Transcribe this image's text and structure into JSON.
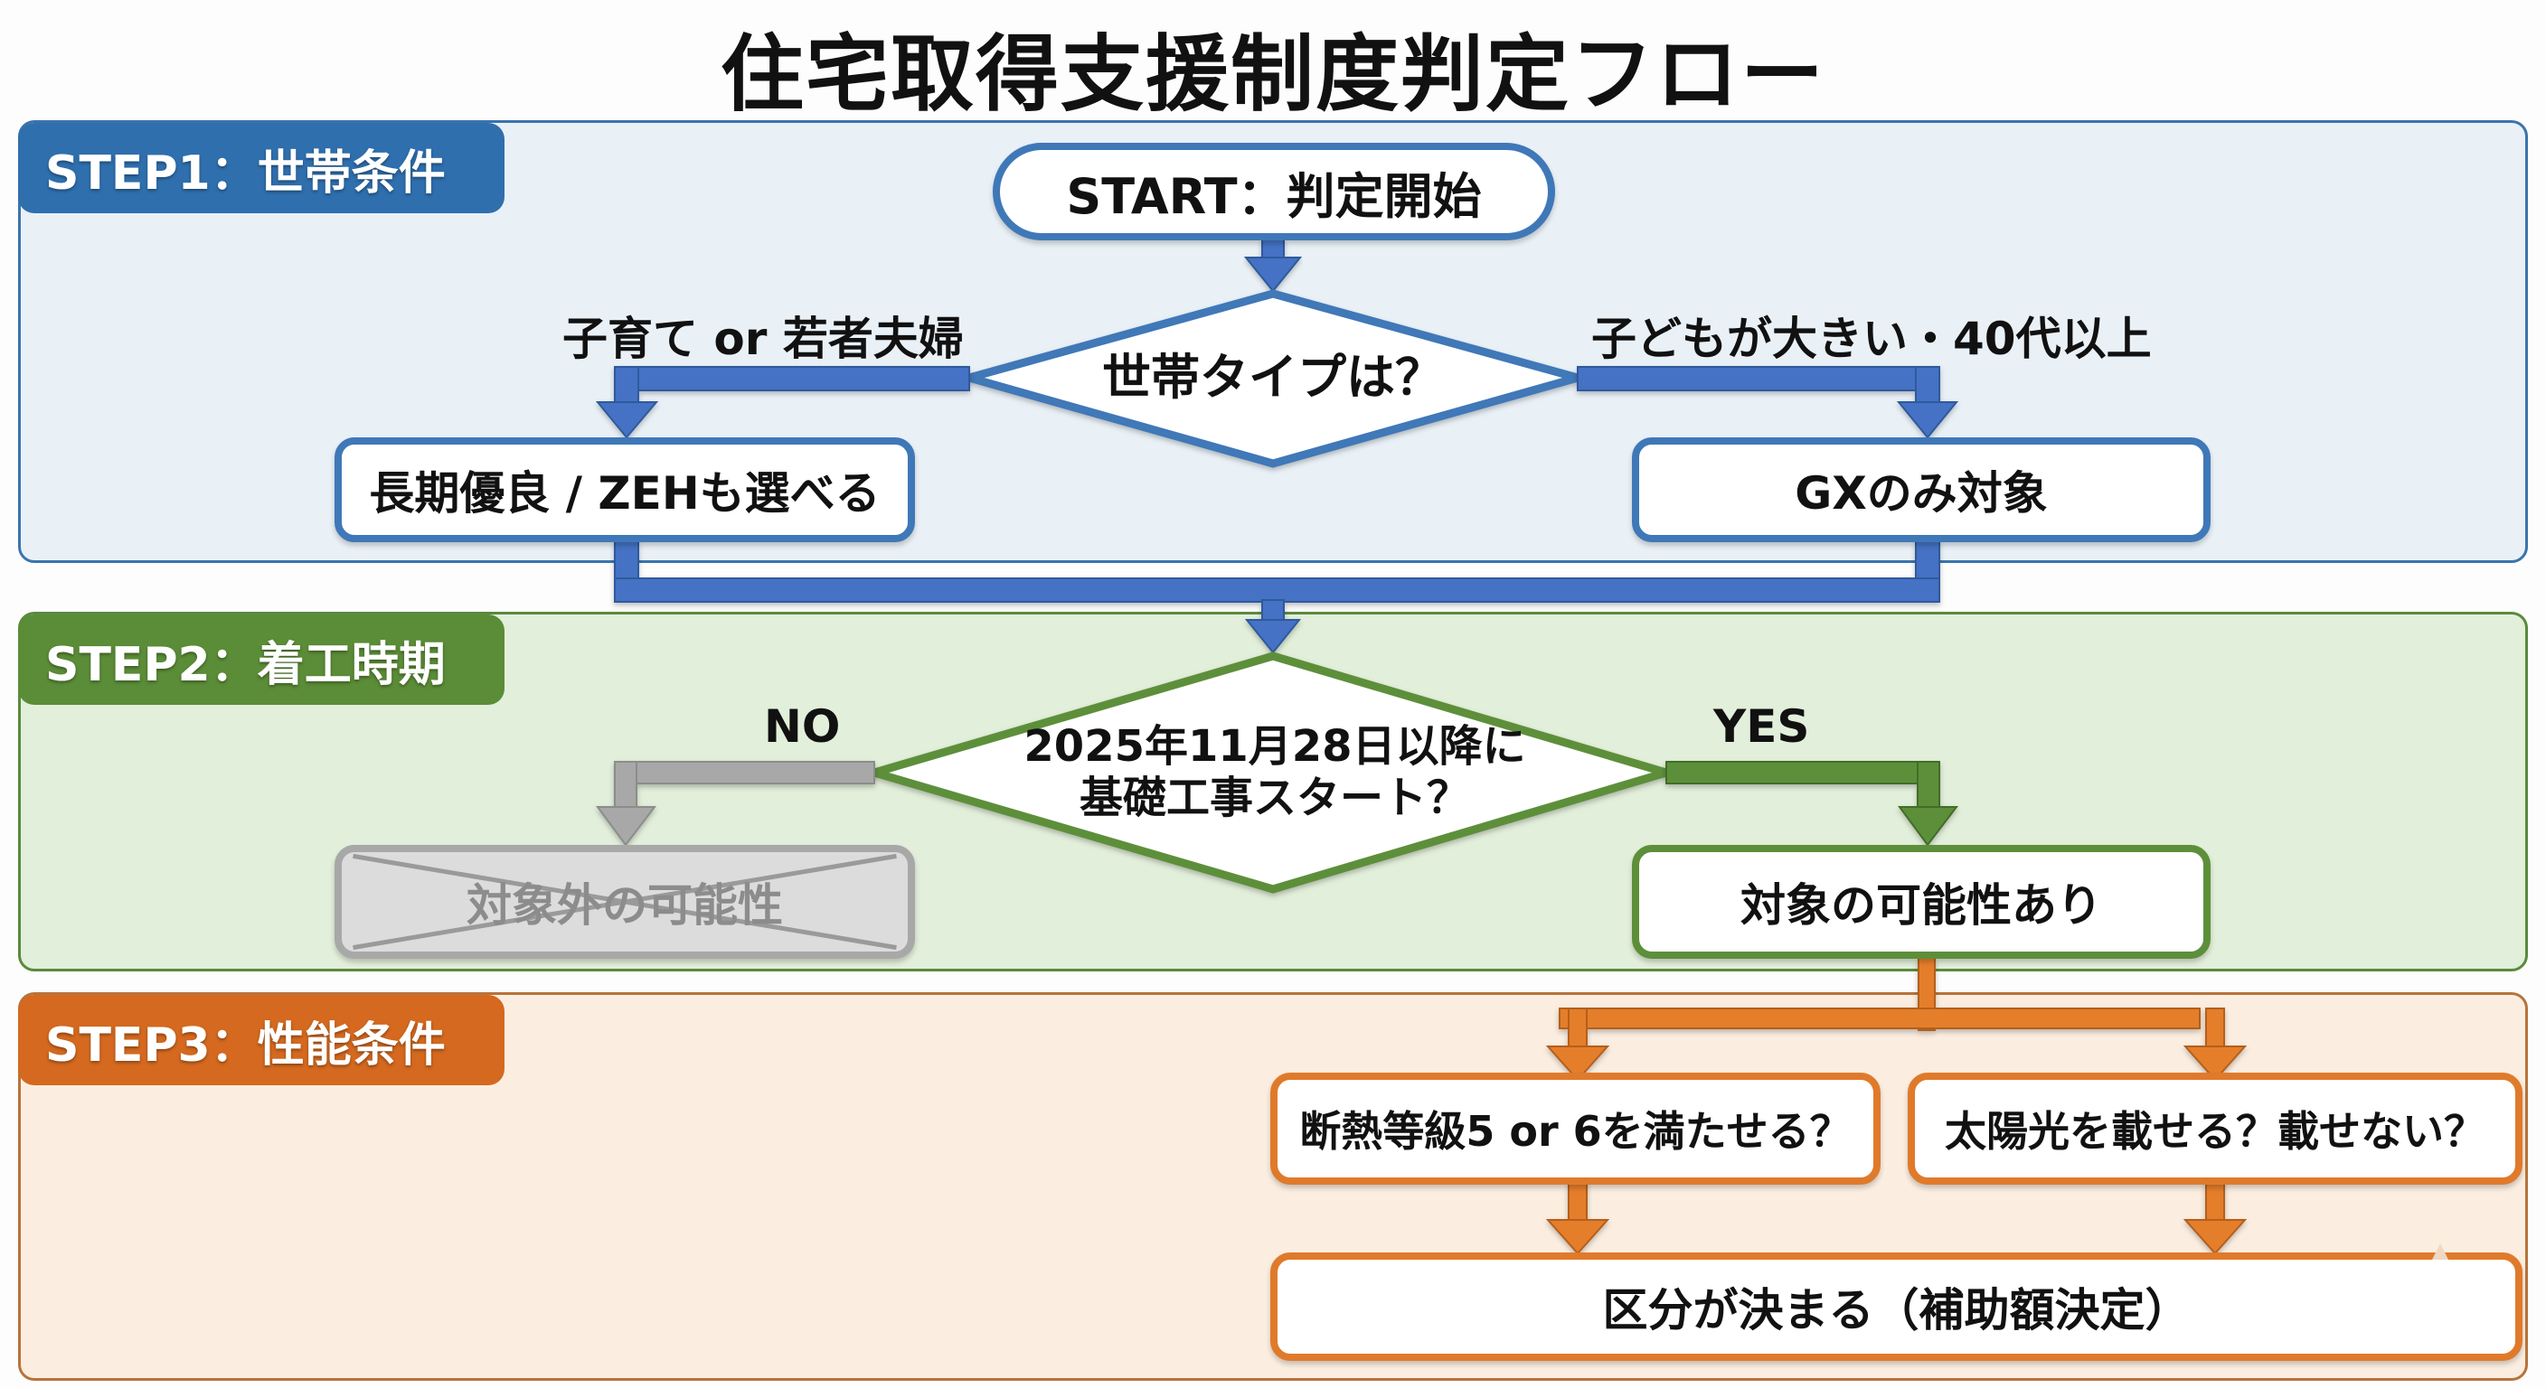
{
  "title": "住宅取得支援制度判定フロー",
  "colors": {
    "step1": "#2f6fae",
    "step2": "#5b8c37",
    "step3": "#d4691f",
    "disabled": "#a8a8a8"
  },
  "steps": [
    {
      "tag": "STEP1：世帯条件",
      "start": "START：判定開始",
      "decision": "世帯タイプは？",
      "branches": [
        {
          "label": "子育て or 若者夫婦",
          "result": "長期優良 / ZEHも選べる"
        },
        {
          "label": "子どもが大きい・40代以上",
          "result": "GXのみ対象"
        }
      ]
    },
    {
      "tag": "STEP2：着工時期",
      "decision_line1": "2025年11月28日以降に",
      "decision_line2": "基礎工事スタート？",
      "branches": [
        {
          "label": "NO",
          "result": "対象外の可能性",
          "state": "excluded"
        },
        {
          "label": "YES",
          "result": "対象の可能性あり",
          "state": "eligible"
        }
      ]
    },
    {
      "tag": "STEP3：性能条件",
      "checks": [
        "断熱等級5 or 6を満たせる？",
        "太陽光を載せる？載せない？"
      ],
      "outcome": "区分が決まる（補助額決定）"
    }
  ]
}
